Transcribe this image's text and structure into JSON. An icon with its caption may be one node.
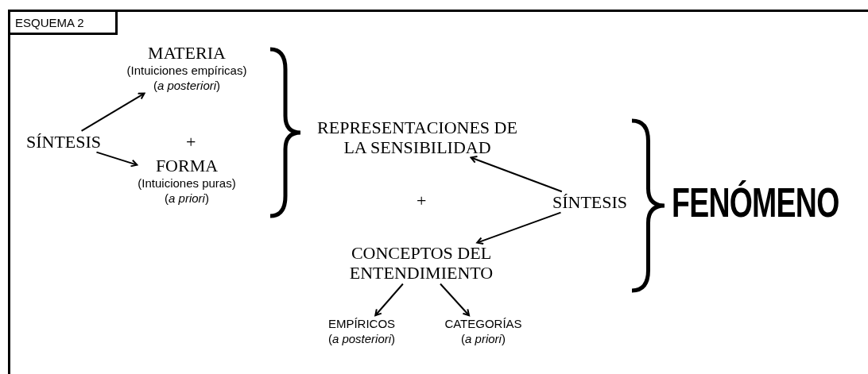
{
  "diagram": {
    "title": "ESQUEMA 2",
    "nodes": [
      {
        "text": [
          "SÍNTESIS"
        ]
      },
      {
        "text": [
          "MATERIA",
          "(Intuiciones empíricas)",
          "(*a posteriori*)"
        ]
      },
      {
        "text": [
          "FORMA",
          "(Intuiciones puras)",
          "(*a priori*)"
        ]
      },
      {
        "text": [
          "REPRESENTACIONES DE LA SENSIBILIDAD"
        ]
      },
      {
        "text": [
          "SÍNTESIS"
        ]
      },
      {
        "text": [
          "CONCEPTOS DEL ENTENDIMIENTO"
        ]
      },
      {
        "text": [
          "EMPÍRICOS",
          "(*a posteriori*)"
        ]
      },
      {
        "text": [
          "CATEGORÍAS",
          "(*a priori*)"
        ]
      },
      {
        "text": [
          "FENÓMENO"
        ]
      }
    ],
    "edges": [
      {
        "from": 0,
        "to": 1,
        "arrow": "to"
      },
      {
        "from": 0,
        "to": 2,
        "arrow": "to"
      },
      {
        "from": 4,
        "to": 3,
        "arrow": "to"
      },
      {
        "from": 4,
        "to": 5,
        "arrow": "to"
      },
      {
        "from": 5,
        "to": 6,
        "arrow": "to"
      },
      {
        "from": 5,
        "to": 7,
        "arrow": "to"
      }
    ],
    "labels": [
      "+",
      "+"
    ]
  }
}
